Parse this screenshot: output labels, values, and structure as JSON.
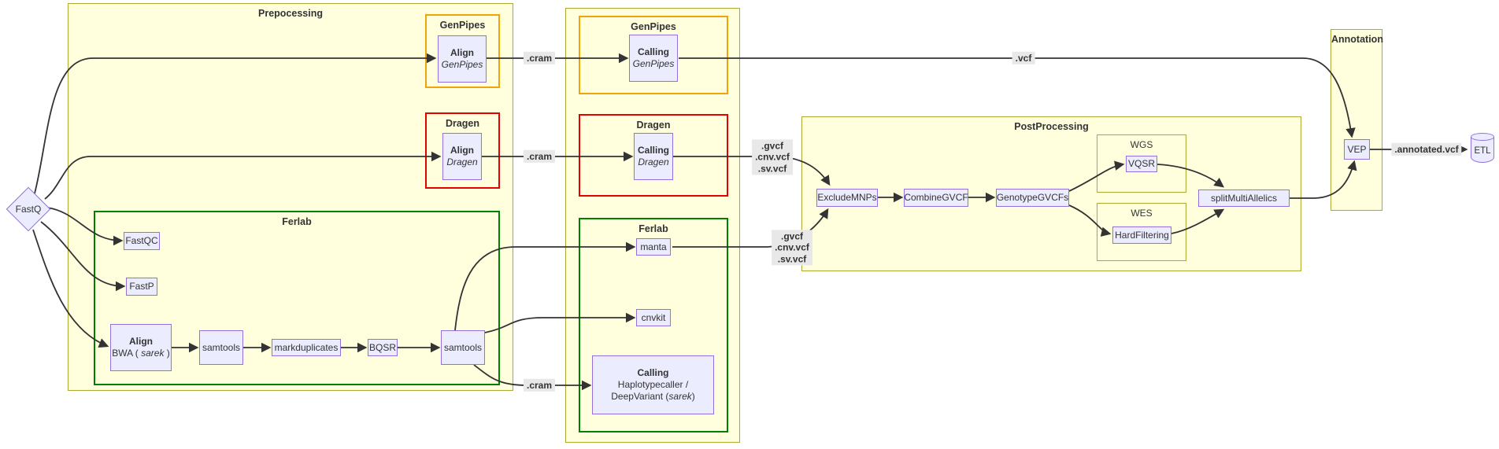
{
  "groups": {
    "preprocessing": "Prepocessing",
    "genpipes_align": "GenPipes",
    "dragen_align": "Dragen",
    "ferlab_align": "Ferlab",
    "genpipes_calling": "GenPipes",
    "dragen_calling": "Dragen",
    "ferlab_calling": "Ferlab",
    "postprocessing": "PostProcessing",
    "wgs": "WGS",
    "wes": "WES",
    "annotation": "Annotation"
  },
  "nodes": {
    "fastq": {
      "label": "FastQ"
    },
    "align_genpipes": {
      "title": "Align",
      "subtitle": "GenPipes"
    },
    "calling_genpipes": {
      "title": "Calling",
      "subtitle": "GenPipes"
    },
    "align_dragen": {
      "title": "Align",
      "subtitle": "Dragen"
    },
    "calling_dragen": {
      "title": "Calling",
      "subtitle": "Dragen"
    },
    "fastqc": {
      "label": "FastQC"
    },
    "fastp": {
      "label": "FastP"
    },
    "align_bwa": {
      "title": "Align",
      "sub_pre": "BWA ( ",
      "sub_italic": "sarek",
      "sub_post": " )"
    },
    "samtools_1": {
      "label": "samtools"
    },
    "markduplicates": {
      "label": "markduplicates"
    },
    "bqsr": {
      "label": "BQSR"
    },
    "samtools_2": {
      "label": "samtools"
    },
    "manta": {
      "label": "manta"
    },
    "cnvkit": {
      "label": "cnvkit"
    },
    "calling_ferlab": {
      "title": "Calling",
      "line2": "Haplotypecaller /",
      "line3_pre": "DeepVariant (",
      "line3_italic": "sarek",
      "line3_post": ")"
    },
    "excludemnps": {
      "label": "ExcludeMNPs"
    },
    "combinegvcf": {
      "label": "CombineGVCF"
    },
    "genotypegvcfs": {
      "label": "GenotypeGVCFs"
    },
    "vqsr": {
      "label": "VQSR"
    },
    "hardfiltering": {
      "label": "HardFiltering"
    },
    "splitmultiallelics": {
      "label": "splitMultiAllelics"
    },
    "vep": {
      "label": "VEP"
    },
    "etl": {
      "label": "ETL"
    }
  },
  "edge_labels": {
    "cram_genpipes": ".cram",
    "cram_dragen": ".cram",
    "cram_ferlab": ".cram",
    "vcf": ".vcf",
    "gvcf_dragen": [
      ".gvcf",
      ".cnv.vcf",
      ".sv.vcf"
    ],
    "gvcf_ferlab": [
      ".gvcf",
      ".cnv.vcf",
      ".sv.vcf"
    ],
    "annotated_vcf": ".annotated.vcf"
  },
  "colors": {
    "group_fill": "#ffffde",
    "group_border": "#aaaa33",
    "node_fill": "#ececff",
    "node_border": "#9370db",
    "genpipes_border": "#f0a30a",
    "dragen_border": "#e60000",
    "ferlab_border": "#008000",
    "edge": "#333333",
    "edge_label_bg": "#e8e8e8"
  }
}
